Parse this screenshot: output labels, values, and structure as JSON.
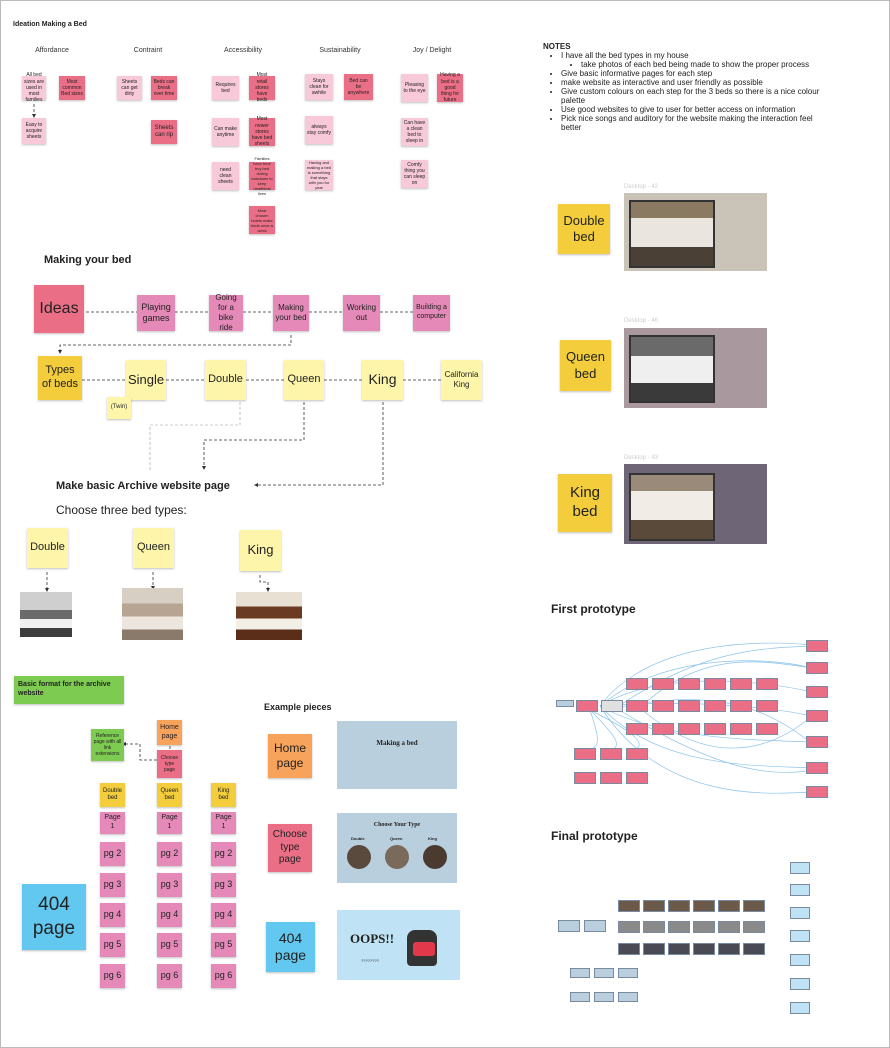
{
  "board_title": "Ideation Making a Bed",
  "colors": {
    "pink_light": "#f7c9d9",
    "pink_dark": "#ea6f86",
    "pink_mid": "#e58ab8",
    "yellow_light": "#fdf5aa",
    "yellow_dark": "#f3cd3c",
    "green": "#7ecb52",
    "orange": "#f7a35c",
    "cyan": "#62c8ef",
    "blue_grey": "#b9cfde"
  },
  "ideation": {
    "columns": [
      "Affordance",
      "Contraint",
      "Accessibility",
      "Sustainability",
      "Joy / Delight"
    ],
    "notes": [
      "All bed sizes are used in most families",
      "Most common Bed sizes",
      "Easy to acquire sheets",
      "Sheets can get dirty",
      "Beds can break over time",
      "Sheets can rip",
      "Requires bed",
      "Most retail stores have beds",
      "Can make anytime",
      "Most newer stores have bed sheets",
      "need clean sheets",
      "Families have bed/ buy bed during lockdown to keep healthiest lives",
      "Most chosen hotels make beds once a week",
      "Stays clean for awhile",
      "Bed can be anywhere",
      "always stay comfy",
      "Having and making a bed is something that stays with you for year",
      "Pleasing to the eye",
      "Having a bed is a good thing for future",
      "Can have a clean bed to sleep in",
      "Comfy thing you can sleep on"
    ]
  },
  "making": {
    "title": "Making your bed",
    "ideas": [
      "Ideas",
      "Playing games",
      "Going for a bike ride",
      "Making your bed",
      "Working out",
      "Building a computer"
    ],
    "types": [
      "Types of beds",
      "Single",
      "(Twin)",
      "Double",
      "Queen",
      "King",
      "California King"
    ]
  },
  "archive": {
    "title": "Make basic Archive website page",
    "choose": "Choose three bed types:",
    "beds": [
      "Double",
      "Queen",
      "King"
    ]
  },
  "format": {
    "title": "Basic format for the archive website",
    "reference": "Reference page with all link extensions",
    "home": "Home page",
    "choose": "Choose type page",
    "columns": [
      "Double bed",
      "Queen bed",
      "King bed"
    ],
    "page1": "Page 1",
    "pages": [
      "pg 2",
      "pg 3",
      "pg 4",
      "pg 5",
      "pg 6"
    ],
    "p404": "404 page"
  },
  "examples": {
    "title": "Example pieces",
    "labels": [
      "Home page",
      "Choose type page",
      "404 page"
    ],
    "home_thumb_title": "Making a bed",
    "choose_thumb_title": "Choose Your Type",
    "choose_thumb_items": [
      "Double",
      "Queen",
      "King"
    ],
    "oops_text": "OOPS!!",
    "oops_marks": "????????"
  },
  "notes": {
    "title": "NOTES",
    "items": [
      "I have all the bed types in my house",
      "take photos of each bed being made to show the proper process",
      "Give basic informative pages for each step",
      "make website as interactive and user friendly as possible",
      "Give custom colours on each step for the 3 beds so there is a nice colour palette",
      "Use good websites to give to user for better access on information",
      "Pick nice songs and auditory for the website making the interaction feel better"
    ]
  },
  "desktops": [
    {
      "label": "Double bed",
      "frame": "Desktop - 42",
      "bg": "#c9c3b8"
    },
    {
      "label": "Queen bed",
      "frame": "Desktop - 46",
      "bg": "#a9999e"
    },
    {
      "label": "King bed",
      "frame": "Desktop - 43",
      "bg": "#6e6676"
    }
  ],
  "prototypes": {
    "first": "First prototype",
    "final": "Final prototype"
  }
}
